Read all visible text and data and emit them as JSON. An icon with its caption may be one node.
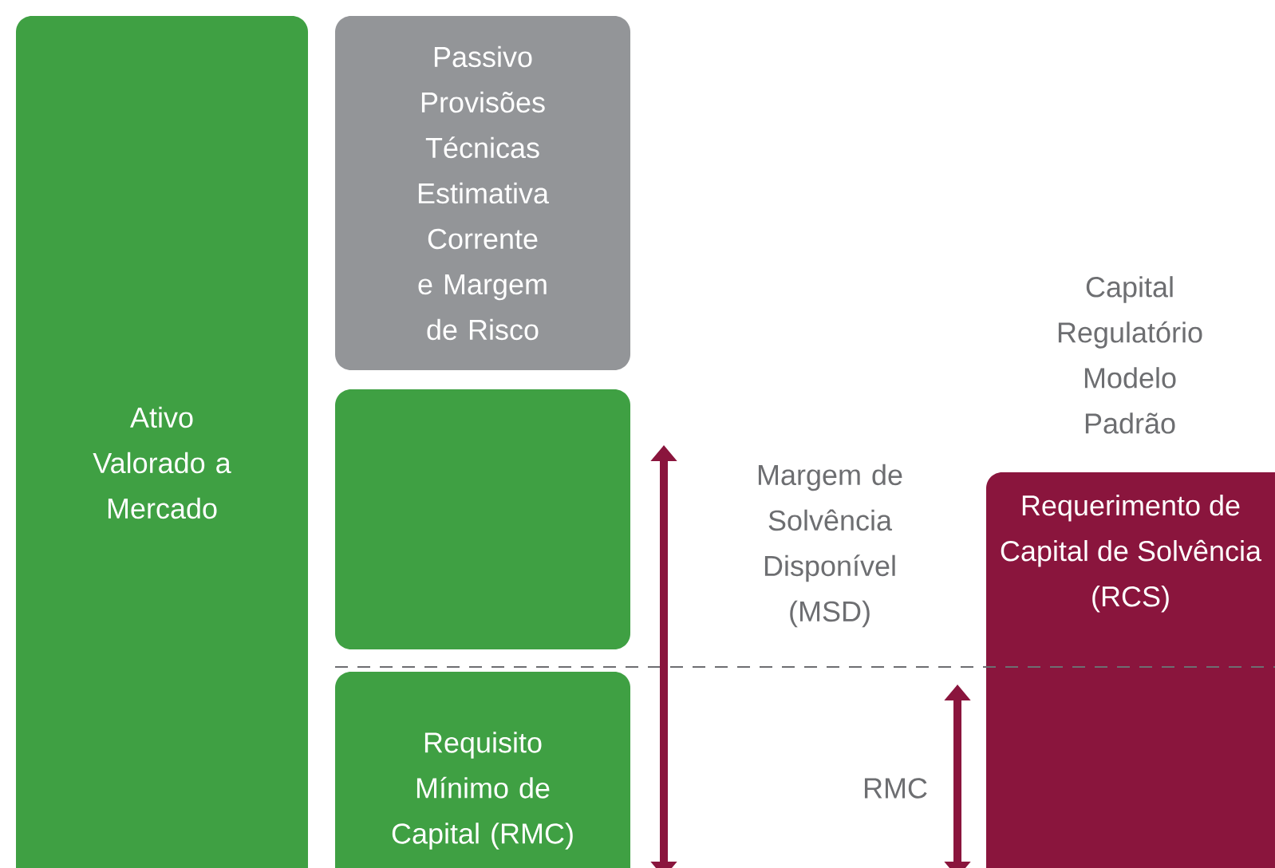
{
  "diagram": {
    "nodes": [
      {
        "text": [
          "Ativo Valorado a Mercado"
        ]
      },
      {
        "text": [
          "Passivo Provisões Técnicas Estimativa Corrente e Margem de Risco"
        ]
      },
      {
        "text": [],
        "shape": "box"
      },
      {
        "text": [
          "Requisito Mínimo de Capital (RMC)"
        ]
      },
      {
        "text": [
          "Requerimento de Capital de Solvência (RCS)"
        ],
        "beside": [
          "Capital Regulatório Modelo Padrão"
        ]
      }
    ],
    "labels": [
      "Margem de Solvência Disponível (MSD)",
      "RMC"
    ]
  }
}
